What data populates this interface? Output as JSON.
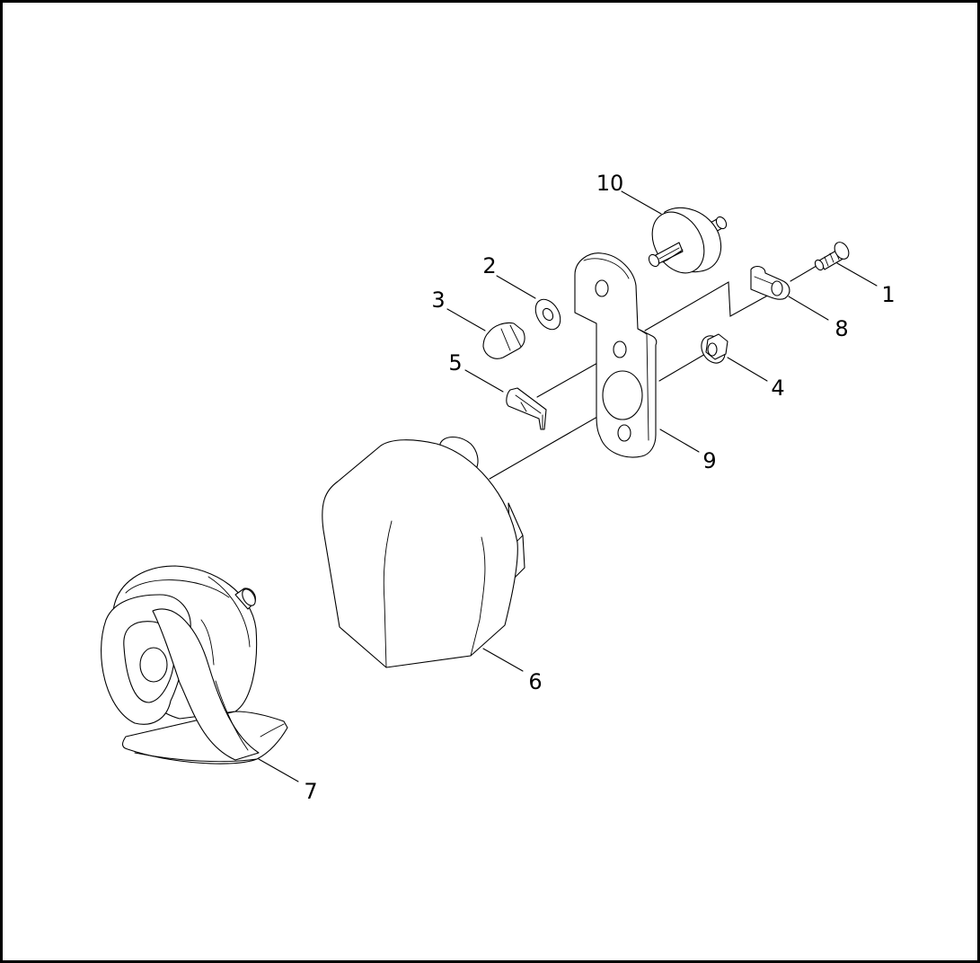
{
  "callouts": [
    {
      "num": "1"
    },
    {
      "num": "2"
    },
    {
      "num": "3"
    },
    {
      "num": "4"
    },
    {
      "num": "5"
    },
    {
      "num": "6"
    },
    {
      "num": "7"
    },
    {
      "num": "8"
    },
    {
      "num": "9"
    },
    {
      "num": "10"
    }
  ]
}
